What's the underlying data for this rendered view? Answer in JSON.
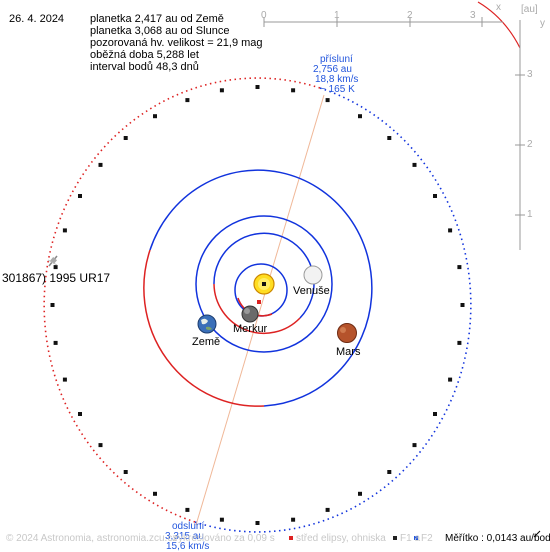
{
  "info": {
    "date": "26. 4. 2024",
    "lines": [
      "planetka 2,417 au od Země",
      "planetka 3,068 au od Slunce",
      "pozorovaná hv. velikost = 21,9 mag",
      "oběžná doba 5,288 let",
      "interval bodů 48,3 dnů"
    ]
  },
  "axes": {
    "top_ticks": [
      "0",
      "1",
      "2",
      "3"
    ],
    "top_unit_x": "x",
    "top_unit_box": "[au]",
    "right_ticks": [
      "3",
      "2",
      "1"
    ],
    "right_unit_y": "y"
  },
  "perihelion": {
    "title": "přísluní",
    "distance": "2,756 au",
    "speed": "18,8 km/s",
    "period": "~ 165 K"
  },
  "aphelion": {
    "title": "odsluní",
    "distance": "3,315 au",
    "speed": "15,6 km/s"
  },
  "bodies": {
    "sun": "",
    "merkur": "Merkur",
    "venuse": "Venuše",
    "zeme": "Země",
    "mars": "Mars",
    "asteroid": "301867) 1995 UR17"
  },
  "footer": {
    "credit": "© 2024 Astronomia, astronomia.zcu.cz",
    "render": "vykreslováno za 0,09 s",
    "legend_center": "střed elipsy, ohniska",
    "legend_f1": "F1 a",
    "legend_f2": "F2",
    "scale": "Měřítko : 0,0143 au/bod"
  },
  "colors": {
    "orbit_blue": "#1133dd",
    "orbit_red": "#dd2222",
    "apsis_line": "#f0b898",
    "text_blue": "#2255dd"
  }
}
